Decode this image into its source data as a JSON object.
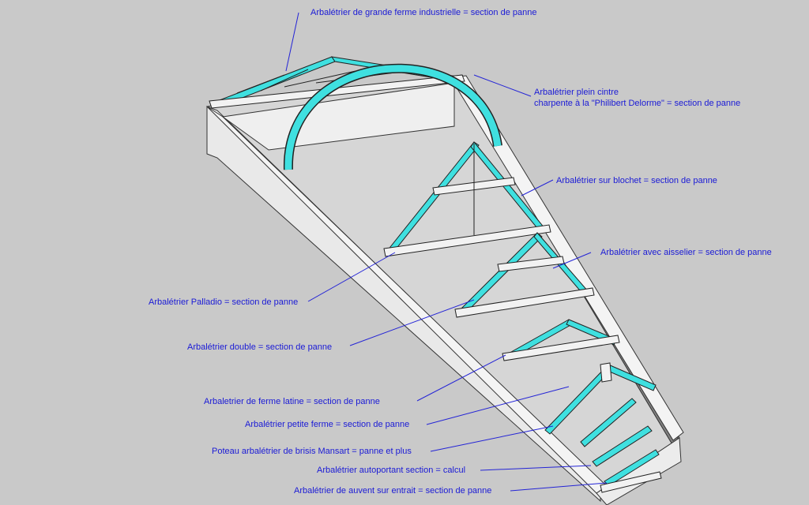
{
  "labels": {
    "industrial": "Arbalétrier de grande ferme industrielle  = section de panne",
    "plein_cintre_1": "Arbalétrier plein cintre",
    "plein_cintre_2": "charpente à la \"Philibert Delorme\" = section de panne",
    "blochet": "Arbalétrier sur blochet = section de panne",
    "aisselier": "Arbalétrier avec aisselier  = section de panne",
    "palladio": "Arbalétrier Palladio = section de panne",
    "double": "Arbalétrier double = section de panne",
    "ferme_latine": "Arbaletrier de ferme latine  =  section de panne",
    "petite_ferme": "Arbalétrier petite ferme = section de panne",
    "mansart": "Poteau arbalétrier de brisis Mansart  = panne et plus",
    "autoportant": "Arbalétrier  autoportant  section = calcul",
    "auvent": "Arbalétrier de auvent sur entrait = section de panne"
  },
  "colors": {
    "background": "#c9c9c9",
    "rafter": "#3fe0e0",
    "timber": "#f2f2f2",
    "wall": "#e8e8e8",
    "floor": "#d9d9d9",
    "label": "#1a1ad6",
    "leader": "#2424d6"
  }
}
